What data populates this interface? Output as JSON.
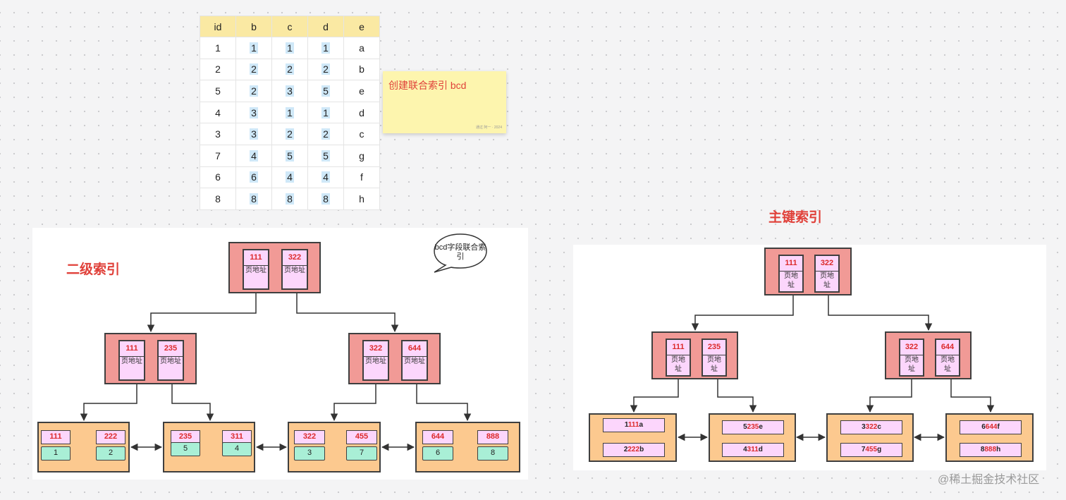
{
  "table": {
    "headers": [
      "id",
      "b",
      "c",
      "d",
      "e"
    ],
    "rows": [
      [
        "1",
        "1",
        "1",
        "1",
        "a"
      ],
      [
        "2",
        "2",
        "2",
        "2",
        "b"
      ],
      [
        "5",
        "2",
        "3",
        "5",
        "e"
      ],
      [
        "4",
        "3",
        "1",
        "1",
        "d"
      ],
      [
        "3",
        "3",
        "2",
        "2",
        "c"
      ],
      [
        "7",
        "4",
        "5",
        "5",
        "g"
      ],
      [
        "6",
        "6",
        "4",
        "4",
        "f"
      ],
      [
        "8",
        "8",
        "8",
        "8",
        "h"
      ]
    ]
  },
  "sticky": {
    "text": "创建联合索引 bcd",
    "meta": "通过 阿一 · 2024"
  },
  "bubble": {
    "text": "bcd字段联合索引"
  },
  "secondary": {
    "title": "二级索引",
    "root": [
      {
        "key": "111",
        "ptr": "页地址"
      },
      {
        "key": "322",
        "ptr": "页地址"
      }
    ],
    "inner": [
      [
        {
          "key": "111",
          "ptr": "页地址"
        },
        {
          "key": "235",
          "ptr": "页地址"
        }
      ],
      [
        {
          "key": "322",
          "ptr": "页地址"
        },
        {
          "key": "644",
          "ptr": "页地址"
        }
      ]
    ],
    "leaves": [
      [
        {
          "key": "111",
          "id": "1"
        },
        {
          "key": "222",
          "id": "2"
        }
      ],
      [
        {
          "key": "235",
          "id": "5"
        },
        {
          "key": "311",
          "id": "4"
        }
      ],
      [
        {
          "key": "322",
          "id": "3"
        },
        {
          "key": "455",
          "id": "7"
        }
      ],
      [
        {
          "key": "644",
          "id": "6"
        },
        {
          "key": "888",
          "id": "8"
        }
      ]
    ]
  },
  "primary": {
    "title": "主键索引",
    "root": [
      {
        "key": "111",
        "ptr": "页地址"
      },
      {
        "key": "322",
        "ptr": "页地址"
      }
    ],
    "inner": [
      [
        {
          "key": "111",
          "ptr": "页地址"
        },
        {
          "key": "235",
          "ptr": "页地址"
        }
      ],
      [
        {
          "key": "322",
          "ptr": "页地址"
        },
        {
          "key": "644",
          "ptr": "页地址"
        }
      ]
    ],
    "leaves": [
      [
        {
          "id": "1",
          "key": "111",
          "e": "a"
        },
        {
          "id": "2",
          "key": "222",
          "e": "b"
        }
      ],
      [
        {
          "id": "5",
          "key": "235",
          "e": "e"
        },
        {
          "id": "4",
          "key": "311",
          "e": "d"
        }
      ],
      [
        {
          "id": "3",
          "key": "322",
          "e": "c"
        },
        {
          "id": "7",
          "key": "455",
          "e": "g"
        }
      ],
      [
        {
          "id": "6",
          "key": "644",
          "e": "f"
        },
        {
          "id": "8",
          "key": "888",
          "e": "h"
        }
      ]
    ]
  },
  "watermark": "@稀土掘金技术社区"
}
